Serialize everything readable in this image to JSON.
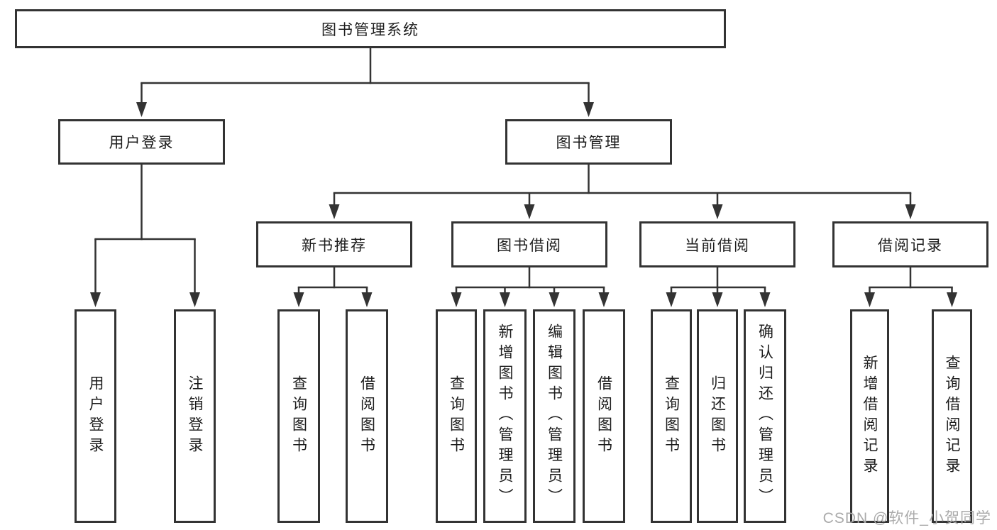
{
  "diagram": {
    "type": "hierarchy-tree",
    "tree": {
      "root": {
        "label": "图书管理系统",
        "children": [
          {
            "label": "用户登录",
            "children": [
              {
                "label": "用户登录"
              },
              {
                "label": "注销登录"
              }
            ]
          },
          {
            "label": "图书管理",
            "children": [
              {
                "label": "新书推荐",
                "children": [
                  {
                    "label": "查询图书"
                  },
                  {
                    "label": "借阅图书"
                  }
                ]
              },
              {
                "label": "图书借阅",
                "children": [
                  {
                    "label": "查询图书"
                  },
                  {
                    "label": "新增图书（管理员）"
                  },
                  {
                    "label": "编辑图书（管理员）"
                  },
                  {
                    "label": "借阅图书"
                  }
                ]
              },
              {
                "label": "当前借阅",
                "children": [
                  {
                    "label": "查询图书"
                  },
                  {
                    "label": "归还图书"
                  },
                  {
                    "label": "确认归还（管理员）"
                  }
                ]
              },
              {
                "label": "借阅记录",
                "children": [
                  {
                    "label": "新增借阅记录"
                  },
                  {
                    "label": "查询借阅记录"
                  }
                ]
              }
            ]
          }
        ]
      }
    },
    "colors": {
      "background": "#ffffff",
      "line": "#333333",
      "box_border": "#333333",
      "text": "#1c1c1c",
      "watermark": "#ababab"
    }
  },
  "watermark": {
    "text": "CSDN @软件_小贺同学"
  }
}
